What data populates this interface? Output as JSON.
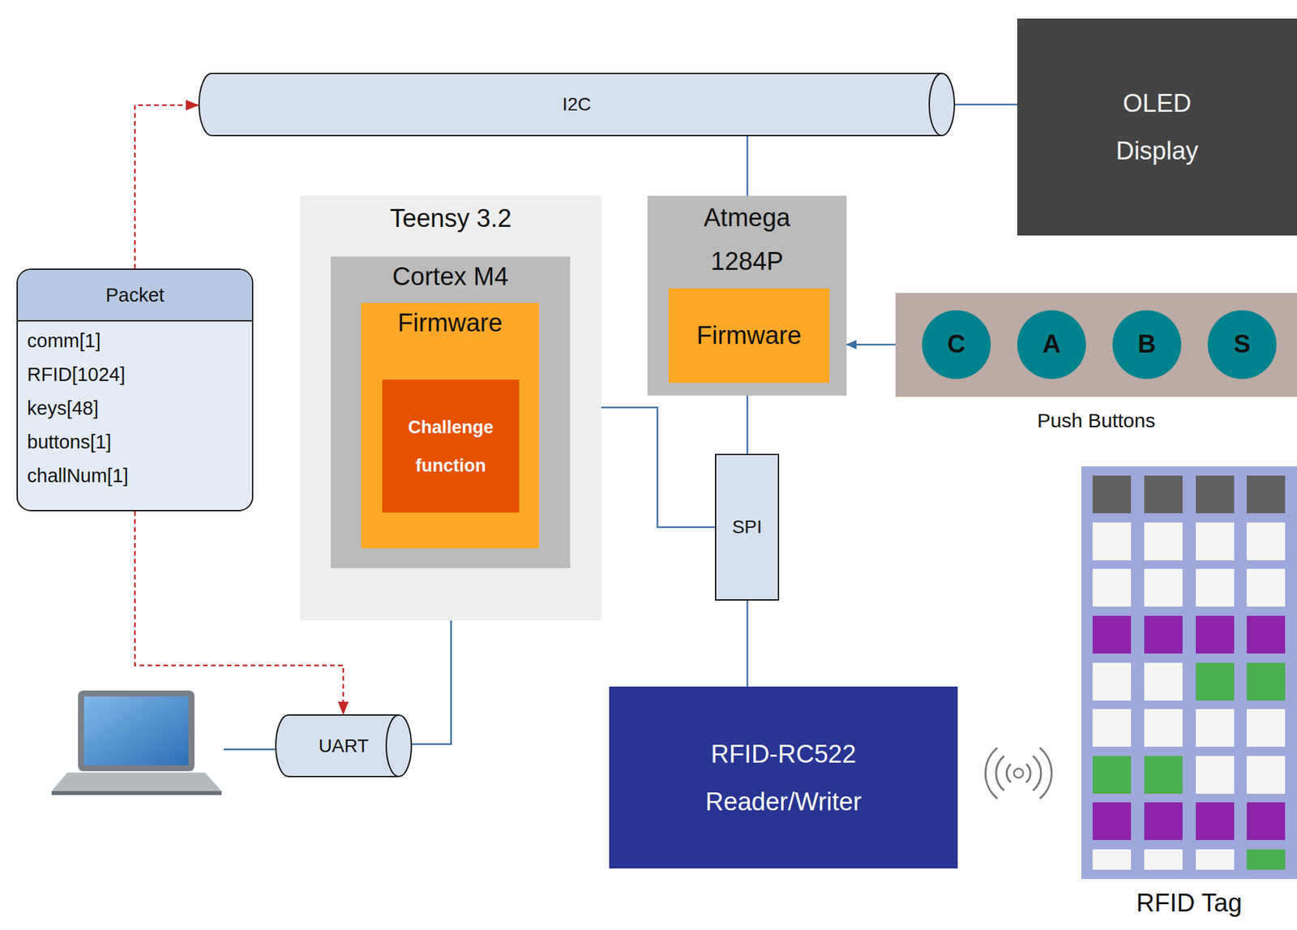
{
  "diagram": {
    "nodes": [
      {
        "text": [
          "I2C"
        ]
      },
      {
        "text": [
          "OLED Display"
        ]
      },
      {
        "text": [
          "Packet",
          "comm[1]",
          "RFID[1024]",
          "keys[48]",
          "buttons[1]",
          "challNum[1]"
        ]
      },
      {
        "text": [
          "Teensy 3.2"
        ]
      },
      {
        "text": [
          "Cortex M4"
        ],
        "in": 3
      },
      {
        "text": [
          "Firmware"
        ],
        "in": 4
      },
      {
        "text": [
          "Challenge function"
        ],
        "in": 5
      },
      {
        "text": [
          "Atmega 1284P"
        ]
      },
      {
        "text": [
          "Firmware"
        ],
        "in": 7
      },
      {
        "text": [
          "Push Buttons"
        ]
      },
      {
        "text": [
          "C"
        ],
        "in": 9
      },
      {
        "text": [
          "A"
        ],
        "in": 9
      },
      {
        "text": [
          "B"
        ],
        "in": 9
      },
      {
        "text": [
          "S"
        ],
        "in": 9
      },
      {
        "text": [
          "SPI"
        ]
      },
      {
        "text": [
          "RFID-RC522 Reader/Writer"
        ]
      },
      {
        "text": [
          "UART"
        ]
      },
      {
        "text": [
          "RFID Tag"
        ]
      }
    ],
    "edges": [
      {
        "from": 0,
        "to": 1,
        "arrow": "none"
      },
      {
        "from": 0,
        "to": 7,
        "arrow": "none"
      },
      {
        "from": 9,
        "to": 7,
        "arrow": "to"
      },
      {
        "from": 7,
        "to": 14,
        "arrow": "none"
      },
      {
        "from": 3,
        "to": 14,
        "arrow": "none"
      },
      {
        "from": 14,
        "to": 15,
        "arrow": "none"
      },
      {
        "from": 3,
        "to": 16,
        "arrow": "none"
      },
      {
        "from": 2,
        "to": 0,
        "arrow": "to"
      },
      {
        "from": 2,
        "to": 16,
        "arrow": "to"
      }
    ]
  }
}
